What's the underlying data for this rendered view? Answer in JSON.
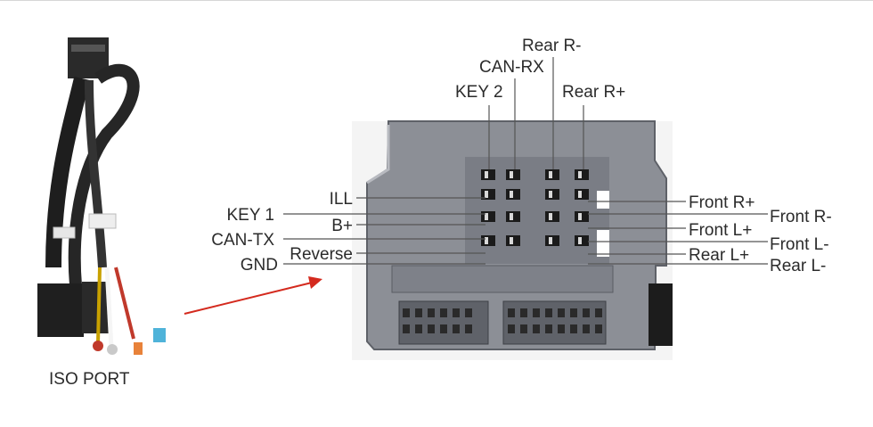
{
  "caption": "ISO PORT",
  "labels": {
    "rear_r_minus": "Rear R-",
    "can_rx": "CAN-RX",
    "key2": "KEY 2",
    "rear_r_plus": "Rear R+",
    "ill": "ILL",
    "key1": "KEY 1",
    "b_plus": "B+",
    "can_tx": "CAN-TX",
    "reverse": "Reverse",
    "gnd": "GND",
    "front_r_plus": "Front R+",
    "front_r_minus": "Front R-",
    "front_l_plus": "Front L+",
    "front_l_minus": "Front L-",
    "rear_l_plus": "Rear L+",
    "rear_l_minus": "Rear L-"
  },
  "colors": {
    "connector": "#8c8f96",
    "pin": "#1b1b1b",
    "leader": "#444444",
    "arrow": "#d42a1e"
  }
}
